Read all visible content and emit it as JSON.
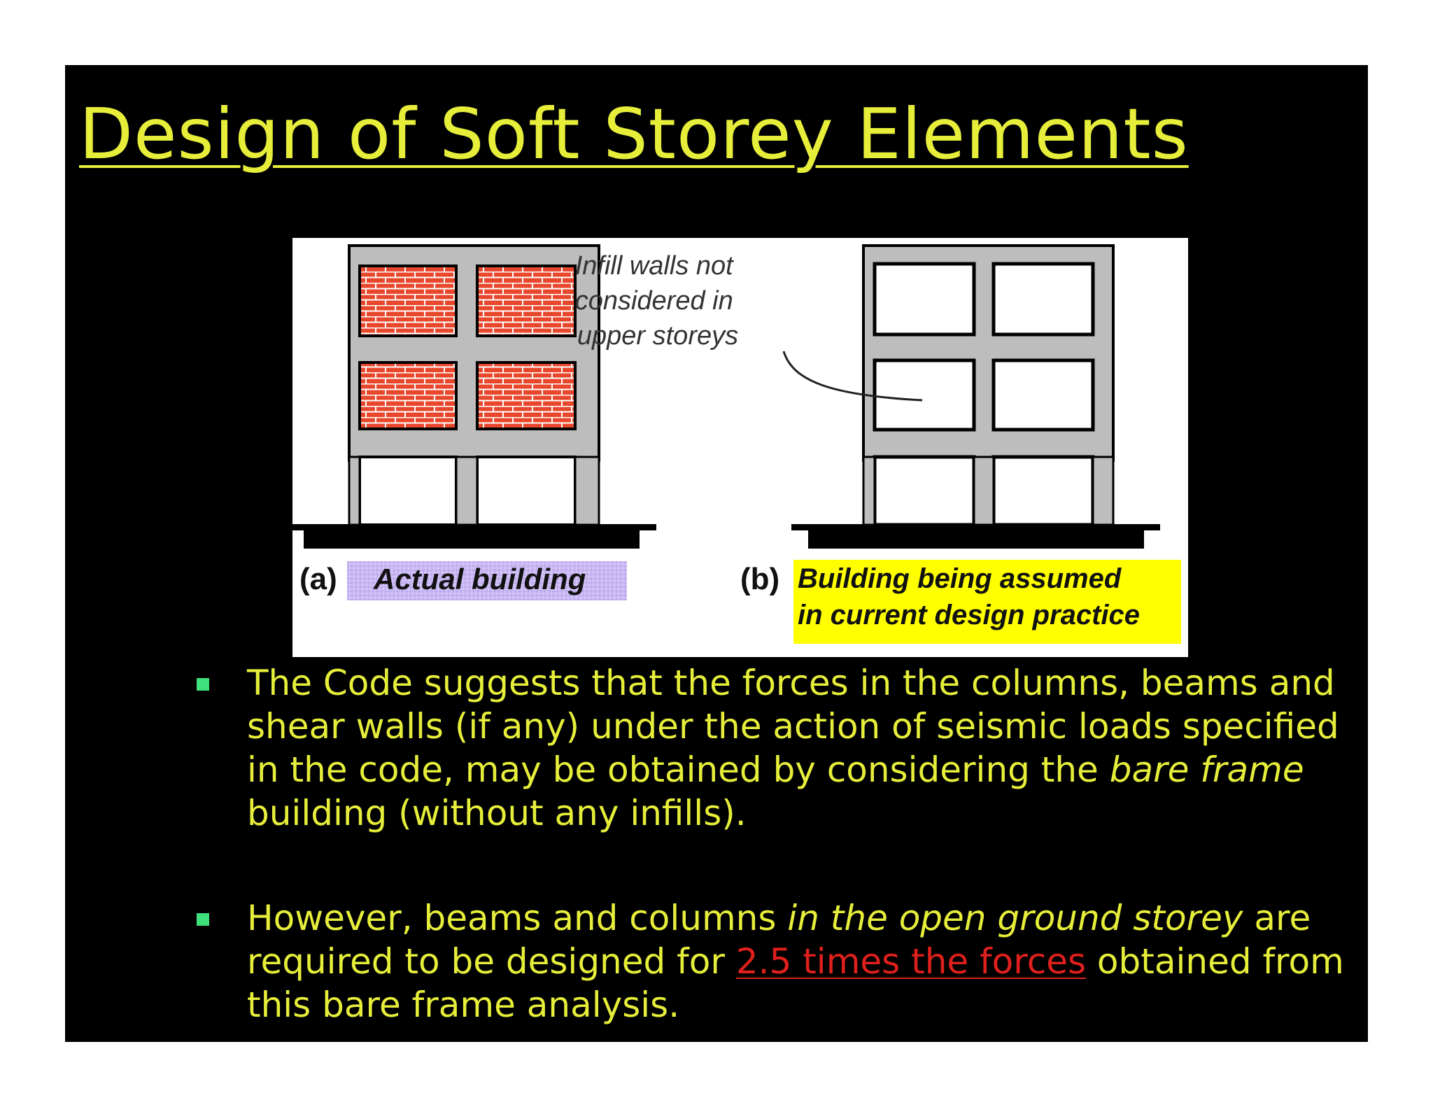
{
  "title": "Design of Soft Storey Elements",
  "figure": {
    "annotation_lines": [
      "Infill walls not",
      "considered in",
      "upper storeys"
    ],
    "label_a_letter": "(a)",
    "label_a_text": "Actual building",
    "label_b_letter": "(b)",
    "label_b_line1": "Building being assumed",
    "label_b_line2": "in current design practice"
  },
  "bullets": [
    {
      "text_1": "The Code suggests that the forces in the columns, beams and shear walls (if any) under the action of seismic loads specified in the code, may be obtained by considering the ",
      "text_italic": "bare frame",
      "text_2": " building (without any infills)."
    },
    {
      "text_1": "However, beams and columns ",
      "text_italic": "in the open ground storey",
      "text_2": " are required to be designed for ",
      "text_highlight": "2.5 times the forces",
      "text_3": " obtained from this bare frame analysis."
    }
  ],
  "colors": {
    "background": "#000000",
    "title": "#e6ee3a",
    "body_text": "#e6ee3a",
    "bullet_marker": "#3ee07c",
    "highlight": "#e0201c",
    "brick": "#e8472c",
    "frame_grey": "#bdbdbd",
    "label_a_bg": "#c9b8f2",
    "label_b_bg": "#ffff00"
  }
}
